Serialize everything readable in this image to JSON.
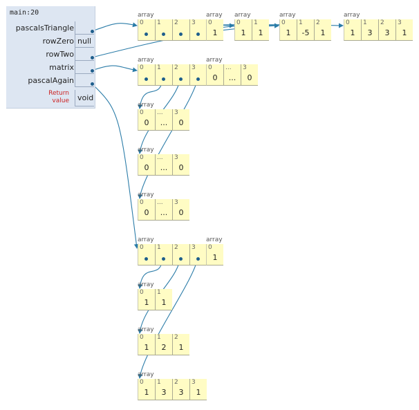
{
  "frame": {
    "title": "main:20",
    "vars": [
      {
        "name": "pascalsTriangle",
        "value": ""
      },
      {
        "name": "rowZero",
        "value": "null"
      },
      {
        "name": "rowTwo",
        "value": ""
      },
      {
        "name": "matrix",
        "value": ""
      },
      {
        "name": "pascalAgain",
        "value": ""
      }
    ],
    "return_label": "Return\nvalue",
    "return_value": "void"
  },
  "array_label": "array",
  "arrays": [
    {
      "id": "pt-outer",
      "cells": [
        {
          "i": "0",
          "v": ""
        },
        {
          "i": "1",
          "v": ""
        },
        {
          "i": "2",
          "v": ""
        },
        {
          "i": "3",
          "v": ""
        }
      ],
      "ptr": true
    },
    {
      "id": "pt-row0",
      "cells": [
        {
          "i": "0",
          "v": "1"
        }
      ]
    },
    {
      "id": "pt-row1",
      "cells": [
        {
          "i": "0",
          "v": "1"
        },
        {
          "i": "1",
          "v": "1"
        }
      ]
    },
    {
      "id": "pt-row2",
      "cells": [
        {
          "i": "0",
          "v": "1"
        },
        {
          "i": "1",
          "v": "-5"
        },
        {
          "i": "2",
          "v": "1"
        }
      ]
    },
    {
      "id": "pt-row3",
      "cells": [
        {
          "i": "0",
          "v": "1"
        },
        {
          "i": "1",
          "v": "3"
        },
        {
          "i": "2",
          "v": "3"
        },
        {
          "i": "3",
          "v": "1"
        }
      ]
    },
    {
      "id": "mx-outer",
      "cells": [
        {
          "i": "0",
          "v": ""
        },
        {
          "i": "1",
          "v": ""
        },
        {
          "i": "2",
          "v": ""
        },
        {
          "i": "3",
          "v": ""
        }
      ],
      "ptr": true
    },
    {
      "id": "mx-row0",
      "cells": [
        {
          "i": "0",
          "v": "0"
        },
        {
          "i": "...",
          "v": "..."
        },
        {
          "i": "3",
          "v": "0"
        }
      ]
    },
    {
      "id": "mx-row1",
      "cells": [
        {
          "i": "0",
          "v": "0"
        },
        {
          "i": "...",
          "v": "..."
        },
        {
          "i": "3",
          "v": "0"
        }
      ]
    },
    {
      "id": "mx-row2",
      "cells": [
        {
          "i": "0",
          "v": "0"
        },
        {
          "i": "...",
          "v": "..."
        },
        {
          "i": "3",
          "v": "0"
        }
      ]
    },
    {
      "id": "mx-row3",
      "cells": [
        {
          "i": "0",
          "v": "0"
        },
        {
          "i": "...",
          "v": "..."
        },
        {
          "i": "3",
          "v": "0"
        }
      ]
    },
    {
      "id": "pa-outer",
      "cells": [
        {
          "i": "0",
          "v": ""
        },
        {
          "i": "1",
          "v": ""
        },
        {
          "i": "2",
          "v": ""
        },
        {
          "i": "3",
          "v": ""
        }
      ],
      "ptr": true
    },
    {
      "id": "pa-row0",
      "cells": [
        {
          "i": "0",
          "v": "1"
        }
      ]
    },
    {
      "id": "pa-row1",
      "cells": [
        {
          "i": "0",
          "v": "1"
        },
        {
          "i": "1",
          "v": "1"
        }
      ]
    },
    {
      "id": "pa-row2",
      "cells": [
        {
          "i": "0",
          "v": "1"
        },
        {
          "i": "1",
          "v": "2"
        },
        {
          "i": "2",
          "v": "1"
        }
      ]
    },
    {
      "id": "pa-row3",
      "cells": [
        {
          "i": "0",
          "v": "1"
        },
        {
          "i": "1",
          "v": "3"
        },
        {
          "i": "2",
          "v": "3"
        },
        {
          "i": "3",
          "v": "1"
        }
      ]
    }
  ],
  "references": [
    {
      "from": "pascalsTriangle",
      "to": "pt-outer"
    },
    {
      "from": "rowTwo",
      "to": "pt-row2"
    },
    {
      "from": "matrix",
      "to": "mx-outer"
    },
    {
      "from": "pascalAgain",
      "to": "pa-outer"
    },
    {
      "from": "pt-outer.0",
      "to": "pt-row0"
    },
    {
      "from": "pt-outer.1",
      "to": "pt-row1"
    },
    {
      "from": "pt-outer.2",
      "to": "pt-row2"
    },
    {
      "from": "pt-outer.3",
      "to": "pt-row3"
    },
    {
      "from": "mx-outer.0",
      "to": "mx-row0"
    },
    {
      "from": "mx-outer.1",
      "to": "mx-row1"
    },
    {
      "from": "mx-outer.2",
      "to": "mx-row2"
    },
    {
      "from": "mx-outer.3",
      "to": "mx-row3"
    },
    {
      "from": "pa-outer.0",
      "to": "pa-row0"
    },
    {
      "from": "pa-outer.1",
      "to": "pa-row1"
    },
    {
      "from": "pa-outer.2",
      "to": "pa-row2"
    },
    {
      "from": "pa-outer.3",
      "to": "pa-row3"
    }
  ]
}
